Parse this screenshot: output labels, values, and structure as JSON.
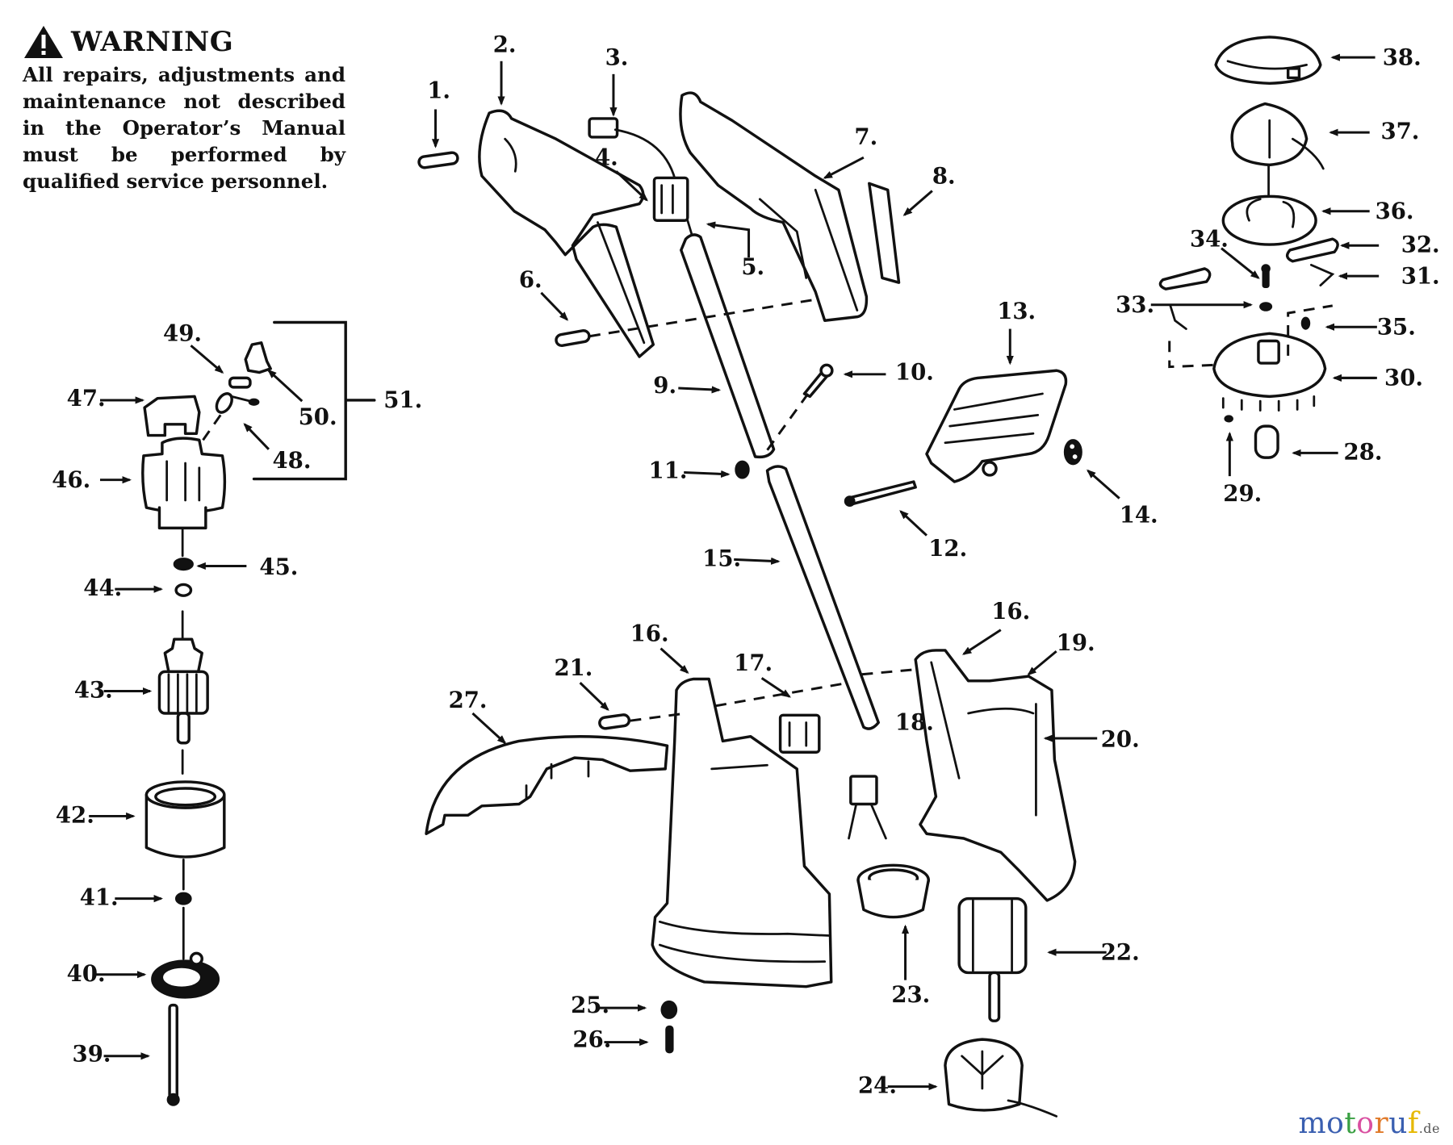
{
  "warning": {
    "icon": "warning-triangle-icon",
    "title": "WARNING",
    "text": "All repairs, adjustments and maintenance not described in the Operator’s Manual must be performed by qualified service personnel."
  },
  "parts": [
    {
      "id": "1",
      "label": "1."
    },
    {
      "id": "2",
      "label": "2."
    },
    {
      "id": "3",
      "label": "3."
    },
    {
      "id": "4",
      "label": "4."
    },
    {
      "id": "5",
      "label": "5."
    },
    {
      "id": "6",
      "label": "6."
    },
    {
      "id": "7",
      "label": "7."
    },
    {
      "id": "8",
      "label": "8."
    },
    {
      "id": "9",
      "label": "9."
    },
    {
      "id": "10",
      "label": "10."
    },
    {
      "id": "11",
      "label": "11."
    },
    {
      "id": "12",
      "label": "12."
    },
    {
      "id": "13",
      "label": "13."
    },
    {
      "id": "14",
      "label": "14."
    },
    {
      "id": "15",
      "label": "15."
    },
    {
      "id": "16a",
      "label": "16."
    },
    {
      "id": "16b",
      "label": "16."
    },
    {
      "id": "17",
      "label": "17."
    },
    {
      "id": "18",
      "label": "18."
    },
    {
      "id": "19",
      "label": "19."
    },
    {
      "id": "20",
      "label": "20."
    },
    {
      "id": "21",
      "label": "21."
    },
    {
      "id": "22",
      "label": "22."
    },
    {
      "id": "23",
      "label": "23."
    },
    {
      "id": "24",
      "label": "24."
    },
    {
      "id": "25",
      "label": "25."
    },
    {
      "id": "26",
      "label": "26."
    },
    {
      "id": "27",
      "label": "27."
    },
    {
      "id": "28",
      "label": "28."
    },
    {
      "id": "29",
      "label": "29."
    },
    {
      "id": "30",
      "label": "30."
    },
    {
      "id": "31",
      "label": "31."
    },
    {
      "id": "32",
      "label": "32."
    },
    {
      "id": "33",
      "label": "33."
    },
    {
      "id": "34",
      "label": "34."
    },
    {
      "id": "35",
      "label": "35."
    },
    {
      "id": "36",
      "label": "36."
    },
    {
      "id": "37",
      "label": "37."
    },
    {
      "id": "38",
      "label": "38."
    },
    {
      "id": "39",
      "label": "39."
    },
    {
      "id": "40",
      "label": "40."
    },
    {
      "id": "41",
      "label": "41."
    },
    {
      "id": "42",
      "label": "42."
    },
    {
      "id": "43",
      "label": "43."
    },
    {
      "id": "44",
      "label": "44."
    },
    {
      "id": "45",
      "label": "45."
    },
    {
      "id": "46",
      "label": "46."
    },
    {
      "id": "47",
      "label": "47."
    },
    {
      "id": "48",
      "label": "48."
    },
    {
      "id": "49",
      "label": "49."
    },
    {
      "id": "50",
      "label": "50."
    },
    {
      "id": "51",
      "label": "51."
    }
  ],
  "watermark": {
    "letters": [
      {
        "ch": "m",
        "color": "#3a5fb0"
      },
      {
        "ch": "o",
        "color": "#3a5fb0"
      },
      {
        "ch": "t",
        "color": "#3aa043"
      },
      {
        "ch": "o",
        "color": "#d94fa0"
      },
      {
        "ch": "r",
        "color": "#e07a2a"
      },
      {
        "ch": "u",
        "color": "#3a5fb0"
      },
      {
        "ch": "f",
        "color": "#e6b800"
      }
    ],
    "tld": ".de"
  }
}
